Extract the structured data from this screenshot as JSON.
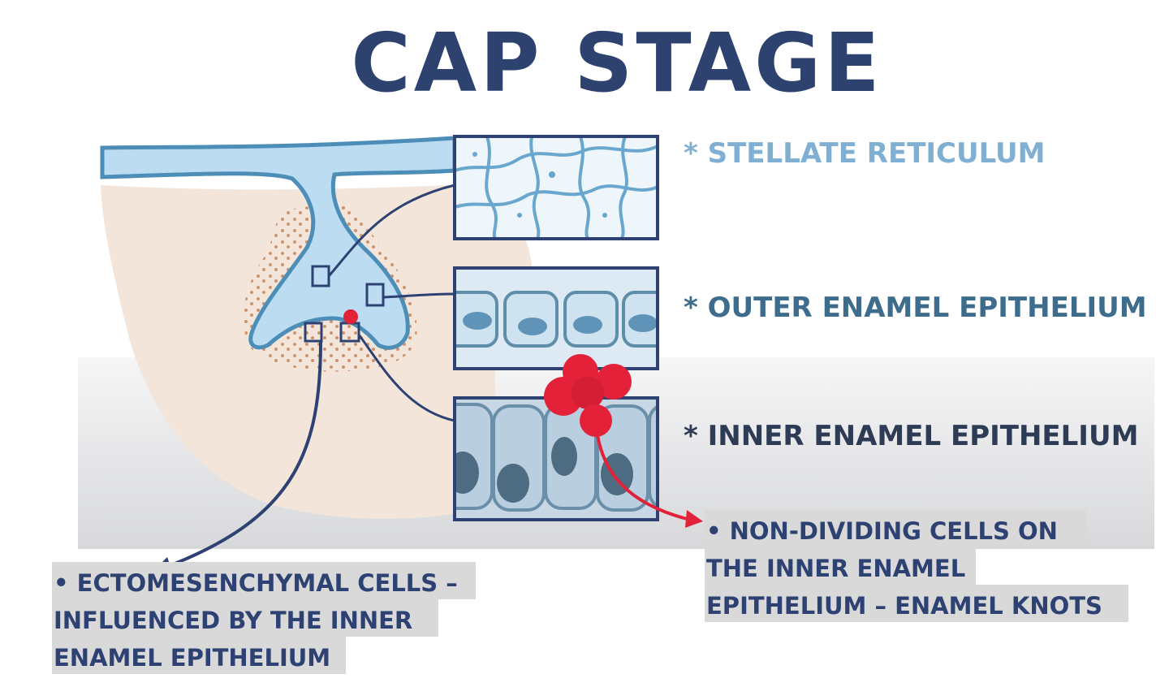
{
  "title": "CAP STAGE",
  "labels": {
    "stellate": "* STELLATE RETICULUM",
    "outer": "* OUTER ENAMEL EPITHELIUM",
    "inner": "* INNER ENAMEL EPITHELIUM"
  },
  "notes": {
    "ecto": [
      "• ECTOMESENCHYMAL CELLS –",
      "INFLUENCED BY THE INNER",
      "ENAMEL EPITHELIUM"
    ],
    "knots": [
      "• NON-DIVIDING CELLS ON",
      "THE INNER ENAMEL",
      "EPITHELIUM – ENAMEL KNOTS"
    ]
  },
  "colors": {
    "title": "#2e4270",
    "stellate": "#7fb0d3",
    "outer": "#3d6c8c",
    "inner": "#2d3b55",
    "note_text": "#2d4273",
    "note_bg": "#d9d9d9",
    "knot": "#e3223a",
    "outline": "#2d4273"
  }
}
